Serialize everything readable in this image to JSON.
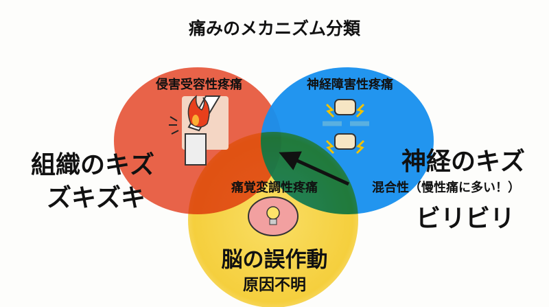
{
  "title": "痛みのメカニズム分類",
  "circles": {
    "nociceptive": {
      "label": "侵害受容性疼痛",
      "color": "#e8523a",
      "icon": "inflamed-knee-icon"
    },
    "neuropathic": {
      "label": "神経障害性疼痛",
      "color": "#1a8ef0",
      "icon": "damaged-nerve-spine-icon"
    },
    "nociplastic": {
      "label": "痛覚変調性疼痛",
      "color": "#f7d84a",
      "icon": "brain-lightbulb-icon"
    }
  },
  "left_caption": {
    "line1": "組織のキズ",
    "line2": "ズキズキ"
  },
  "right_caption": {
    "line1": "神経のキズ",
    "line2": "ビリビリ"
  },
  "mixed_label": "混合性（慢性痛に多い！）",
  "bottom_caption": {
    "line1": "脳の誤作動",
    "line2": "原因不明"
  }
}
